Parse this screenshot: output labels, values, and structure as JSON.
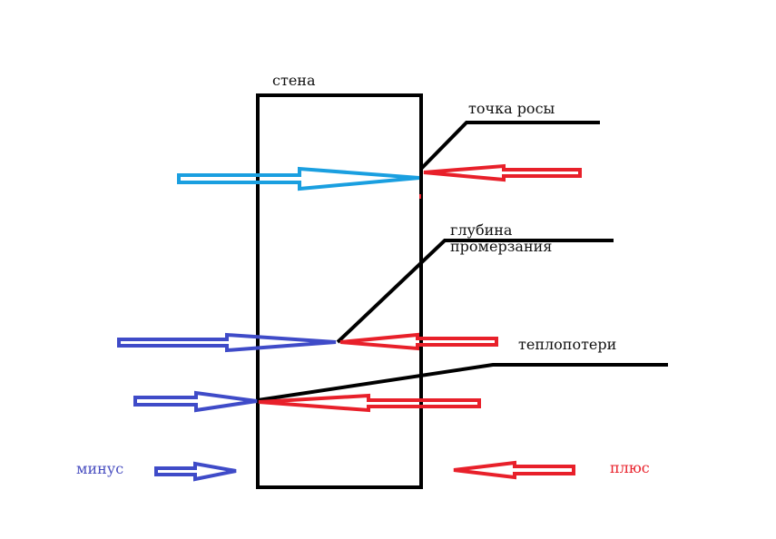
{
  "labels": {
    "wall": "стена",
    "dew_point": "точка росы",
    "freeze_depth_line1": "глубина",
    "freeze_depth_line2": "промерзания",
    "heat_loss": "теплопотери",
    "minus": "минус",
    "plus": "плюс"
  },
  "colors": {
    "wall": "#000000",
    "leader": "#000000",
    "cold_light": "#1a9fe0",
    "cold": "#3f4bc8",
    "warm": "#e8202a",
    "text": "#111111",
    "minus_text": "#4a4fc0",
    "plus_text": "#e8202a"
  },
  "icons": [
    "arrow-right-icon",
    "arrow-left-icon"
  ]
}
